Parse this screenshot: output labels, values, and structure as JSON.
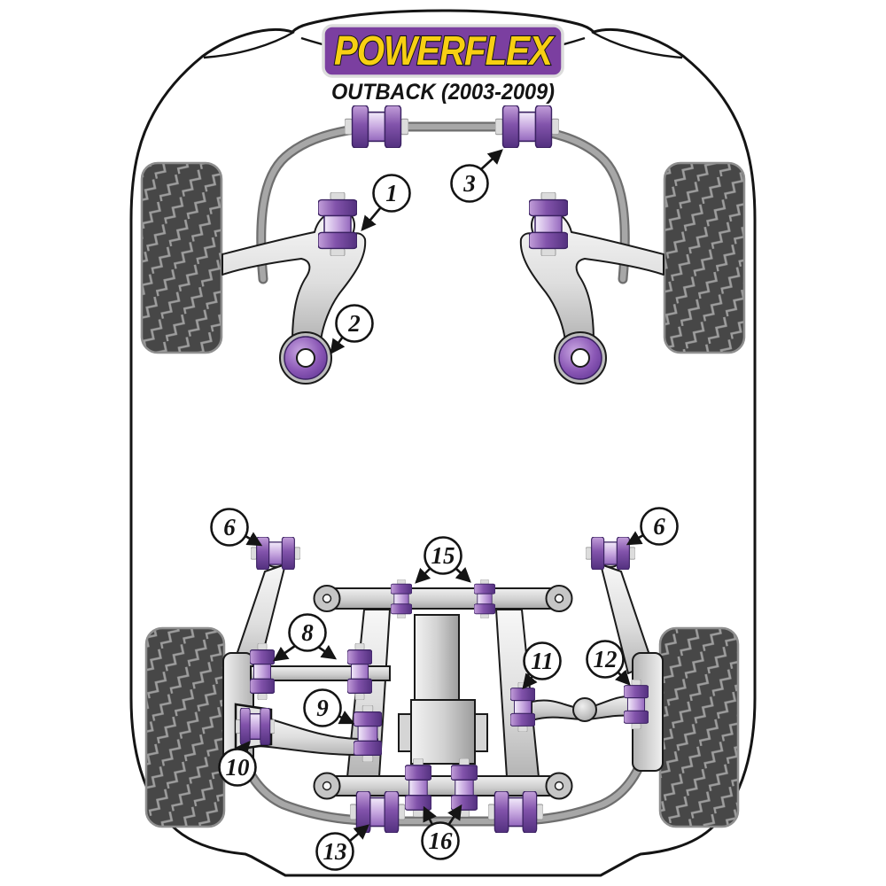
{
  "brand": {
    "logo_text": "POWERFLEX",
    "logo_bg_color": "#7b3fa0",
    "logo_border_color": "#dcdcdc",
    "logo_text_color": "#f7cf13",
    "model_label": "OUTBACK (2003-2009)"
  },
  "diagram": {
    "type": "suspension-bushing-fitment-diagram",
    "vehicle": "Outback (2003-2009)",
    "view": "vehicle underside schematic, front at top",
    "colors": {
      "bushing_flange": "#8253ab",
      "bushing_flange_dark": "#52307e",
      "bushing_waist_light": "#f2ebfa",
      "metal_gray": "#c9c9c9",
      "anti_roll_bar_gray": "#8c8c8c",
      "tire_dark": "#474747",
      "tire_tread_light": "#9d9d9d",
      "outline_black": "#141414"
    },
    "callouts": [
      {
        "label": "1",
        "area": "front-left",
        "target": "front-control-arm-front-bushing"
      },
      {
        "label": "2",
        "area": "front-left",
        "target": "front-control-arm-rear-bushing"
      },
      {
        "label": "3",
        "area": "front",
        "target": "front-anti-roll-bar-bushing"
      },
      {
        "label": "6",
        "area": "rear-left",
        "target": "rear-trailing-arm-front-bushing-left"
      },
      {
        "label": "6",
        "area": "rear-right",
        "target": "rear-trailing-arm-front-bushing-right"
      },
      {
        "label": "8",
        "area": "rear-left",
        "target": "rear-upper-lateral-link-bushings"
      },
      {
        "label": "9",
        "area": "rear-left",
        "target": "rear-lower-arm-inner-bushing"
      },
      {
        "label": "10",
        "area": "rear-left",
        "target": "rear-lower-arm-outer-bushing"
      },
      {
        "label": "11",
        "area": "rear-right",
        "target": "rear-lateral-arm-inner-bushing"
      },
      {
        "label": "12",
        "area": "rear-right",
        "target": "rear-lateral-arm-outer-bushing"
      },
      {
        "label": "13",
        "area": "rear",
        "target": "rear-anti-roll-bar-bushing"
      },
      {
        "label": "15",
        "area": "rear",
        "target": "rear-subframe-front-mount-bushings"
      },
      {
        "label": "16",
        "area": "rear",
        "target": "rear-subframe-rear-mount-bushings"
      }
    ]
  }
}
